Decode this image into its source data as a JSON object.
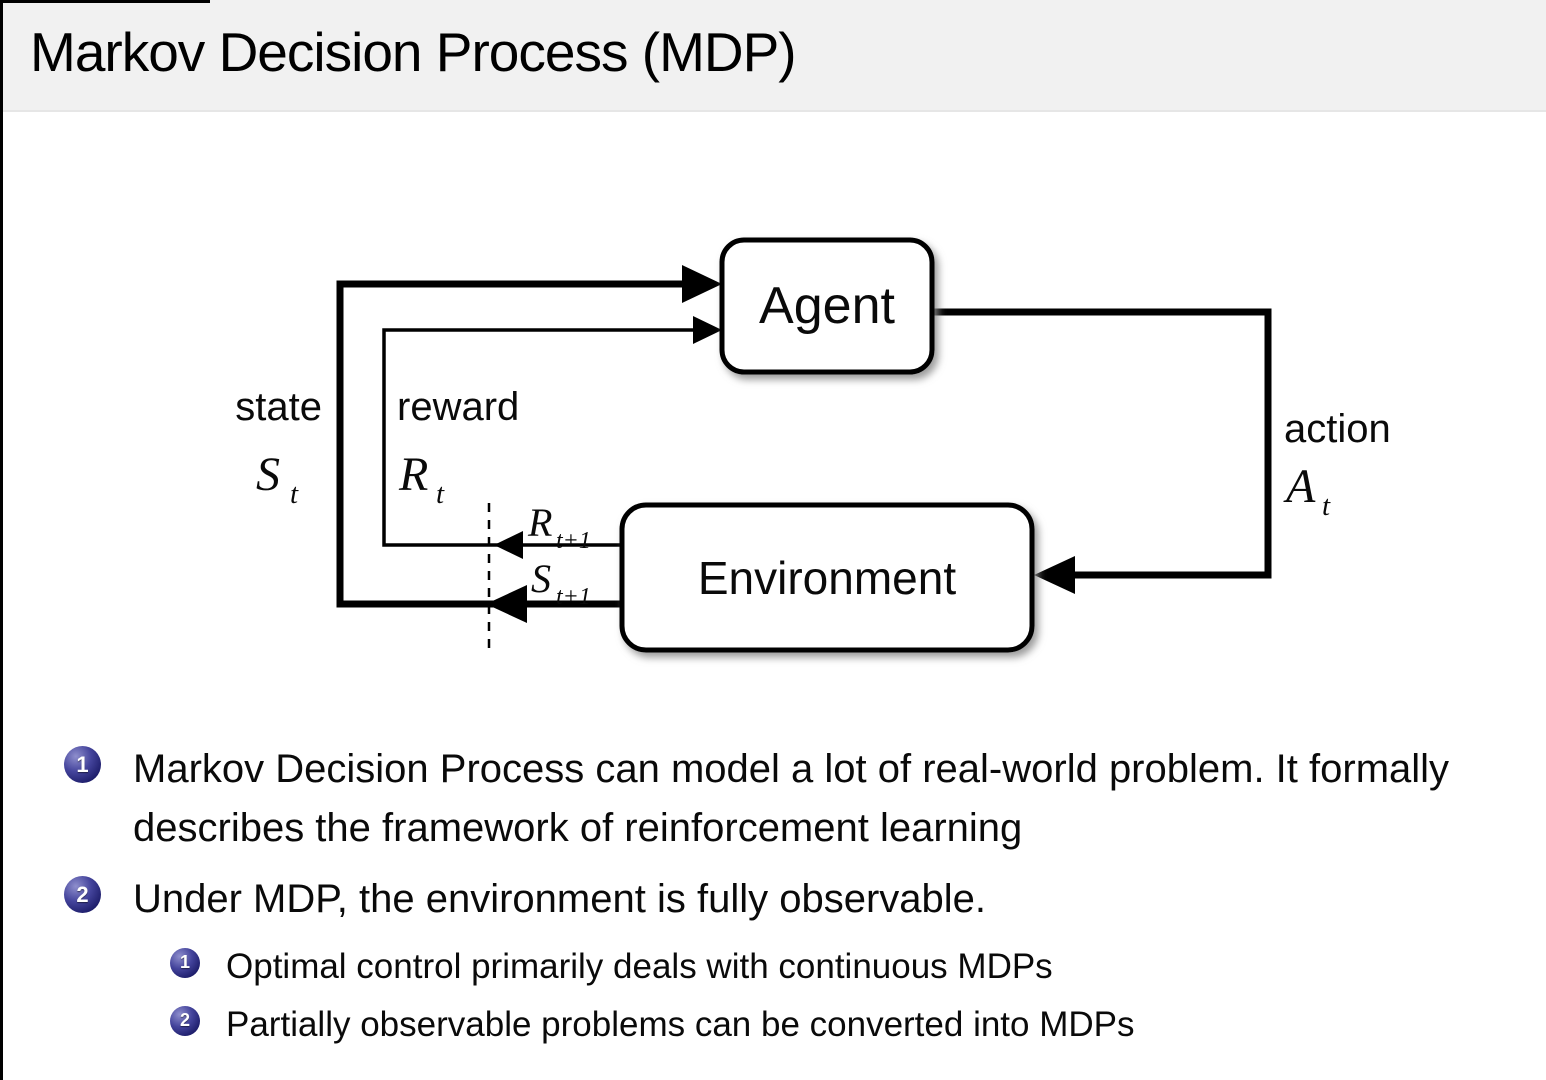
{
  "slide": {
    "title": "Markov Decision Process (MDP)"
  },
  "diagram": {
    "agent": "Agent",
    "environment": "Environment",
    "state": {
      "label": "state",
      "symbol": "S",
      "sub": "t"
    },
    "reward": {
      "label": "reward",
      "symbol": "R",
      "sub": "t"
    },
    "action": {
      "label": "action",
      "symbol": "A",
      "sub": "t"
    },
    "next_reward": {
      "symbol": "R",
      "sub": "t+1"
    },
    "next_state": {
      "symbol": "S",
      "sub": "t+1"
    }
  },
  "bullets": [
    {
      "number": "1",
      "text": "Markov Decision Process can model a lot of real-world problem. It formally describes the framework of reinforcement learning"
    },
    {
      "number": "2",
      "text": "Under MDP, the environment is fully observable."
    }
  ],
  "subbullets": [
    {
      "number": "1",
      "text": "Optimal control primarily deals with continuous MDPs"
    },
    {
      "number": "2",
      "text": "Partially observable problems can be converted into MDPs"
    }
  ],
  "colors": {
    "header_bg": "#f1f1f1",
    "badge_blue": "#23237d",
    "ink": "#000000",
    "background": "#ffffff"
  }
}
